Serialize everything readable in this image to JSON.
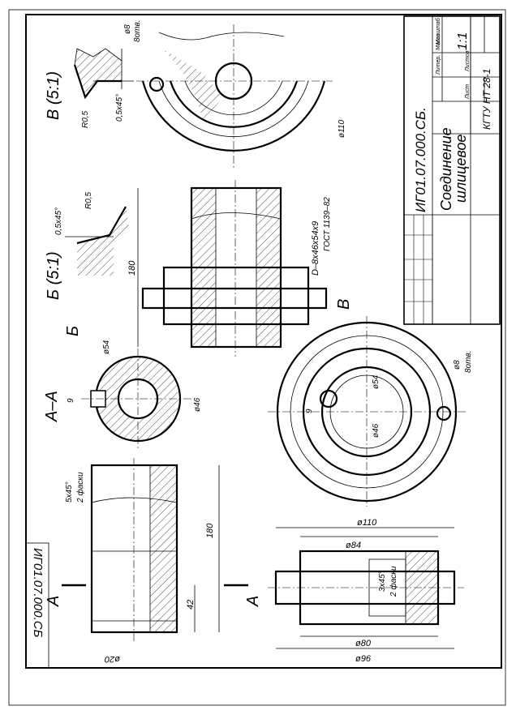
{
  "sheet": {
    "doc_code_rotated": "ИГ01.07.000.СБ.",
    "doc_code_corner": "ИГ01.07.000.СБ",
    "title_line1": "Соединение",
    "title_line2": "шлицевое",
    "scale": "1:1",
    "group": "КГТУ НТ 28-1",
    "col_lit": "Литер.",
    "col_mass": "Масса",
    "col_scale": "Масштаб",
    "sheet_label": "Лист",
    "sheets_label": "Листов"
  },
  "views": {
    "view_b": "В (5:1)",
    "view_v": "Б (5:1)",
    "section_aa": "А–А",
    "letter_b": "Б",
    "letter_v": "В",
    "letter_a": "А"
  },
  "dimensions": {
    "d8": "ø8",
    "otv8": "8отв.",
    "chamfer_b": "0,5х45°",
    "r05_b": "R0,5",
    "d110_top": "ø110",
    "r05_v": "R0,5",
    "chamfer_v": "0,5х45°",
    "spline": "D–8х46х54х9",
    "gost": "ГОСТ 1139–82",
    "len180_mid": "180",
    "d54_a": "ø54",
    "nine_a": "9",
    "d46_a": "ø46",
    "chamfer_shaft": "5х45°",
    "two_chamfers_shaft": "2 фаски",
    "len180_shaft": "180",
    "len42": "42",
    "d20": "ø20",
    "d54_c": "ø54",
    "d46_c": "ø46",
    "nine_c": "9",
    "d8_right": "ø8",
    "otv8_right": "8отв.",
    "d110_bot": "ø110",
    "d84": "ø84",
    "chamfer_hub": "3х45°",
    "two_chamfers_hub": "2 фаски",
    "d80": "ø80",
    "d96": "ø96"
  }
}
